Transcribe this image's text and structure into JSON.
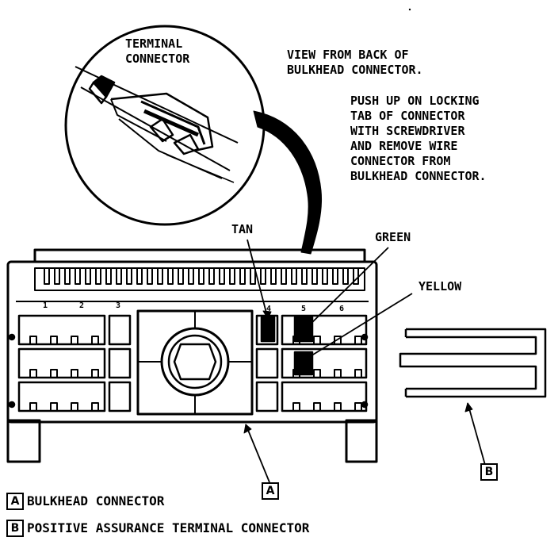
{
  "callouts": {
    "terminal_connector": "TERMINAL\nCONNECTOR",
    "view_from_back": "VIEW FROM BACK OF\nBULKHEAD CONNECTOR.",
    "push_up": "PUSH UP ON LOCKING\nTAB OF CONNECTOR\nWITH SCREWDRIVER\nAND REMOVE WIRE\nCONNECTOR FROM\nBULKHEAD CONNECTOR."
  },
  "wire_colors": {
    "tan": "TAN",
    "green": "GREEN",
    "yellow": "YELLOW"
  },
  "cavity_numbers": [
    "1",
    "2",
    "3",
    "4",
    "5",
    "6"
  ],
  "item_markers": {
    "a": "A",
    "b": "B"
  },
  "legend": [
    {
      "letter": "A",
      "text": "BULKHEAD CONNECTOR"
    },
    {
      "letter": "B",
      "text": "POSITIVE ASSURANCE TERMINAL CONNECTOR"
    }
  ],
  "colors": {
    "ink": "#000000",
    "paper": "#ffffff"
  }
}
